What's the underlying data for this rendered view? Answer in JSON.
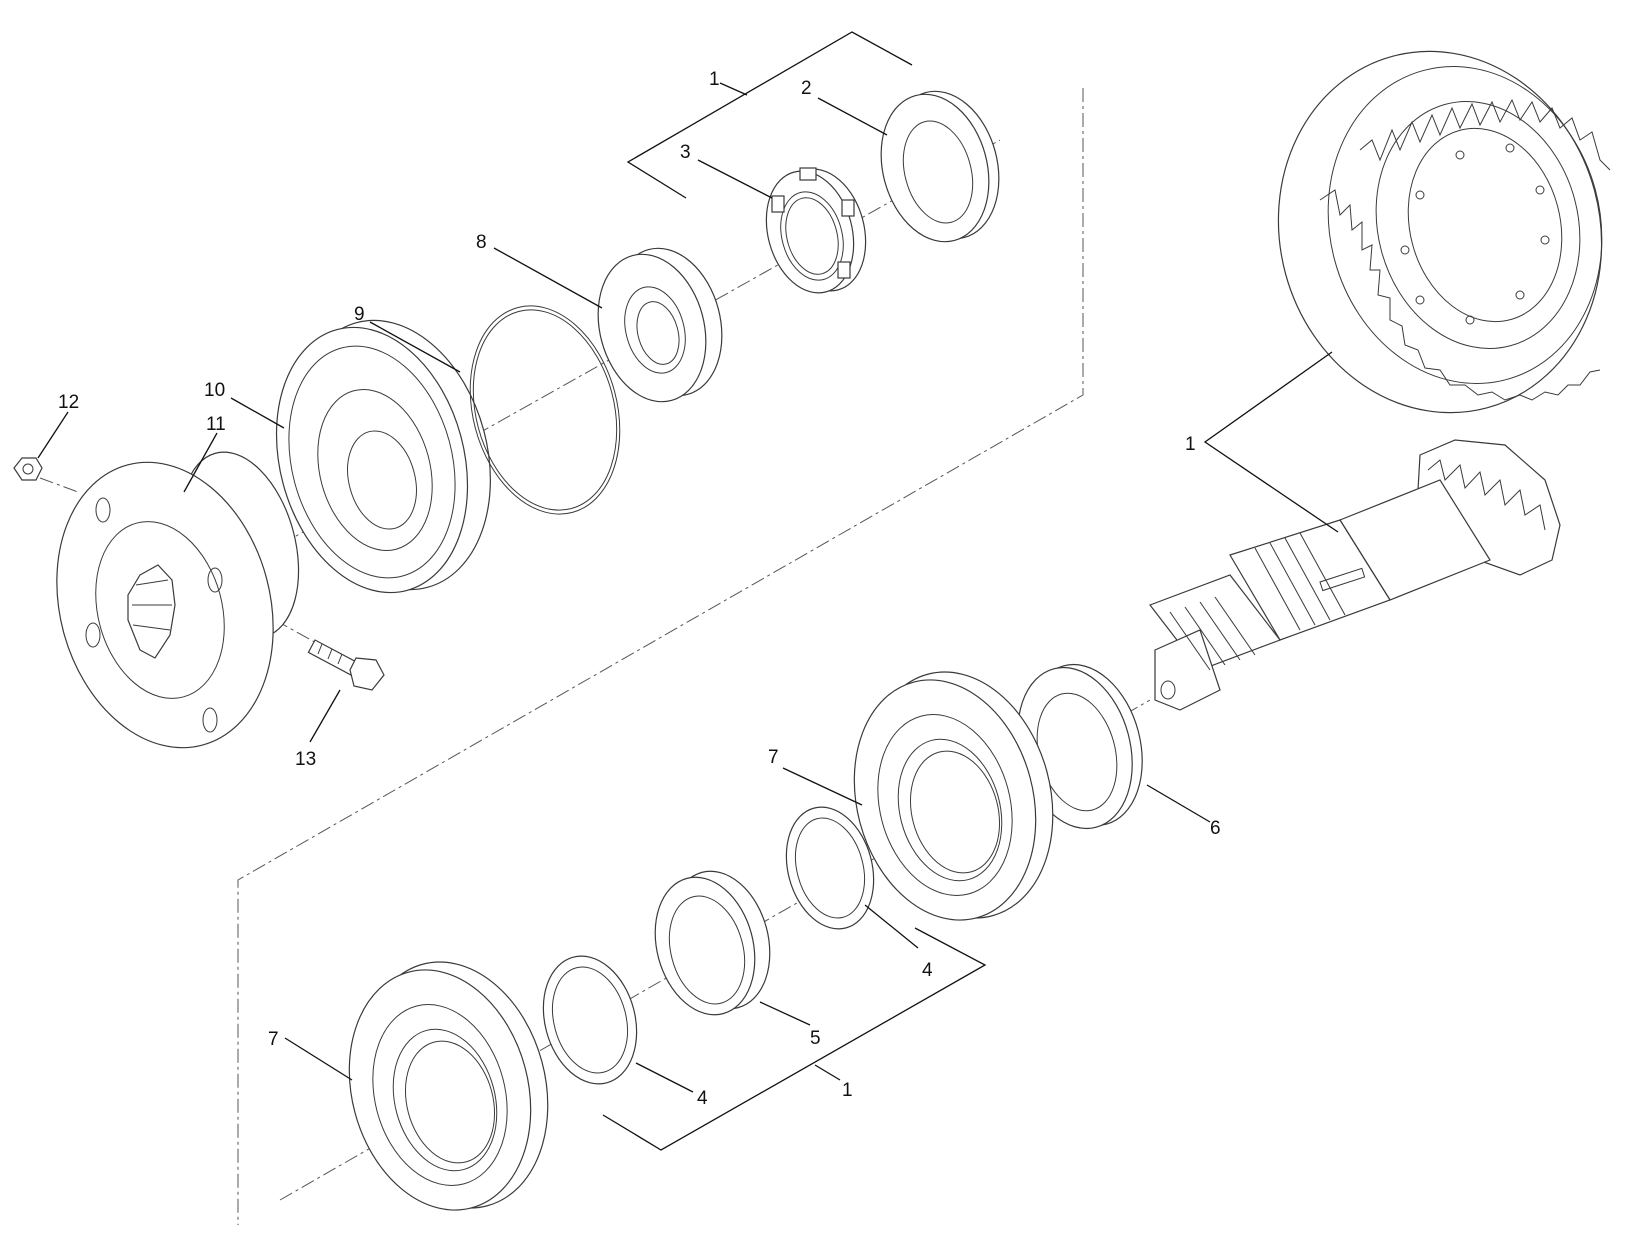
{
  "callouts": {
    "c1_top": "1",
    "c2": "2",
    "c3": "3",
    "c8": "8",
    "c9": "9",
    "c10": "10",
    "c11": "11",
    "c12": "12",
    "c13": "13",
    "c1_gear": "1",
    "c7_upper": "7",
    "c6": "6",
    "c4_upper": "4",
    "c5": "5",
    "c4_lower": "4",
    "c1_bottom": "1",
    "c7_lower": "7"
  },
  "colors": {
    "line": "#3a3a3a",
    "background": "#ffffff"
  }
}
